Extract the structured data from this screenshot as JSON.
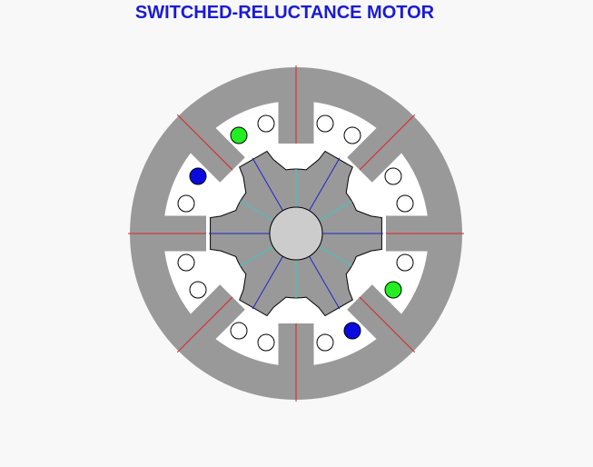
{
  "title": "SWITCHED-RELUCTANCE MOTOR",
  "colors": {
    "background": "#f8f8f8",
    "title": "#1a1ad8",
    "stator": "#999999",
    "slot": "#ffffff",
    "stator_axis": "#dd2222",
    "rotor": "#999999",
    "shaft": "#cccccc",
    "rotor_tooth_axis": "#2222cc",
    "rotor_gap_axis": "#33cccc",
    "coil_phase_a": "#22ee22",
    "coil_phase_b": "#0a0ae0",
    "coil_idle": "#ffffff"
  },
  "motor": {
    "stator_poles": 8,
    "rotor_teeth": 6,
    "coils": [
      {
        "state": "phase_a"
      },
      {
        "state": "idle"
      },
      {
        "state": "idle"
      },
      {
        "state": "idle"
      },
      {
        "state": "idle"
      },
      {
        "state": "idle"
      },
      {
        "state": "idle"
      },
      {
        "state": "phase_a"
      },
      {
        "state": "phase_b"
      },
      {
        "state": "idle"
      },
      {
        "state": "idle"
      },
      {
        "state": "idle"
      },
      {
        "state": "idle"
      },
      {
        "state": "idle"
      },
      {
        "state": "idle"
      },
      {
        "state": "phase_b"
      }
    ]
  }
}
